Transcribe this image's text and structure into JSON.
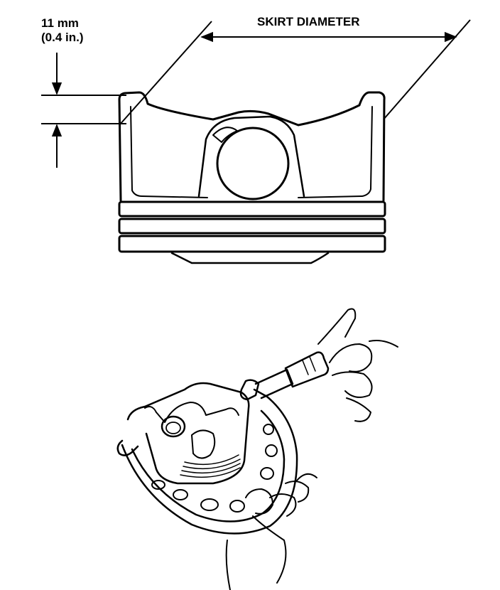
{
  "labels": {
    "offset_mm": "11 mm",
    "offset_in": "(0.4 in.)",
    "skirt_diameter": "SKIRT DIAMETER"
  },
  "colors": {
    "ink": "#000000",
    "paper": "#ffffff"
  }
}
